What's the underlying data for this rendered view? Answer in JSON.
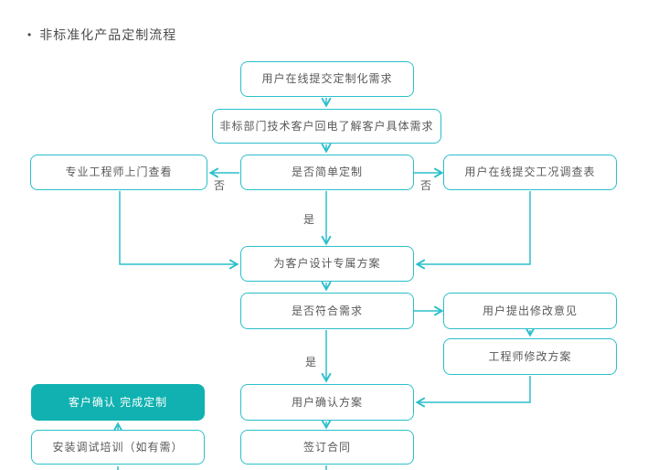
{
  "title": {
    "bullet": "•",
    "text": "非标准化产品定制流程"
  },
  "colors": {
    "line": "#2bbfcb",
    "fill": "#10b1b0",
    "text": "#595959",
    "title": "#4c4c4c"
  },
  "diagram": {
    "type": "flowchart",
    "nodes": [
      {
        "id": "submit-request",
        "label": "用户在线提交定制化需求"
      },
      {
        "id": "dept-callback",
        "label": "非标部门技术客户回电了解客户具体需求"
      },
      {
        "id": "engineer-visit",
        "label": "专业工程师上门查看"
      },
      {
        "id": "simple-custom-decision",
        "label": "是否简单定制"
      },
      {
        "id": "submit-survey",
        "label": "用户在线提交工况调查表"
      },
      {
        "id": "design-plan",
        "label": "为客户设计专属方案"
      },
      {
        "id": "meets-needs-decision",
        "label": "是否符合需求"
      },
      {
        "id": "user-feedback",
        "label": "用户提出修改意见"
      },
      {
        "id": "engineer-revise",
        "label": "工程师修改方案"
      },
      {
        "id": "confirm-complete",
        "label": "客户确认 完成定制"
      },
      {
        "id": "user-confirm-plan",
        "label": "用户确认方案"
      },
      {
        "id": "install-training",
        "label": "安装调试培训（如有需）"
      },
      {
        "id": "sign-contract",
        "label": "签订合同"
      }
    ],
    "edge_labels": {
      "no_left": "否",
      "no_right": "否",
      "yes_top": "是",
      "yes_bottom": "是"
    },
    "edges": [
      {
        "from": "submit-request",
        "to": "dept-callback"
      },
      {
        "from": "dept-callback",
        "to": "simple-custom-decision"
      },
      {
        "from": "simple-custom-decision",
        "to": "engineer-visit",
        "label": "否"
      },
      {
        "from": "simple-custom-decision",
        "to": "submit-survey",
        "label": "否"
      },
      {
        "from": "simple-custom-decision",
        "to": "design-plan",
        "label": "是"
      },
      {
        "from": "engineer-visit",
        "to": "design-plan"
      },
      {
        "from": "submit-survey",
        "to": "design-plan"
      },
      {
        "from": "design-plan",
        "to": "meets-needs-decision"
      },
      {
        "from": "meets-needs-decision",
        "to": "user-feedback"
      },
      {
        "from": "user-feedback",
        "to": "engineer-revise"
      },
      {
        "from": "engineer-revise",
        "to": "user-confirm-plan"
      },
      {
        "from": "meets-needs-decision",
        "to": "user-confirm-plan",
        "label": "是"
      },
      {
        "from": "user-confirm-plan",
        "to": "sign-contract"
      },
      {
        "from": "install-training",
        "to": "confirm-complete"
      }
    ]
  }
}
